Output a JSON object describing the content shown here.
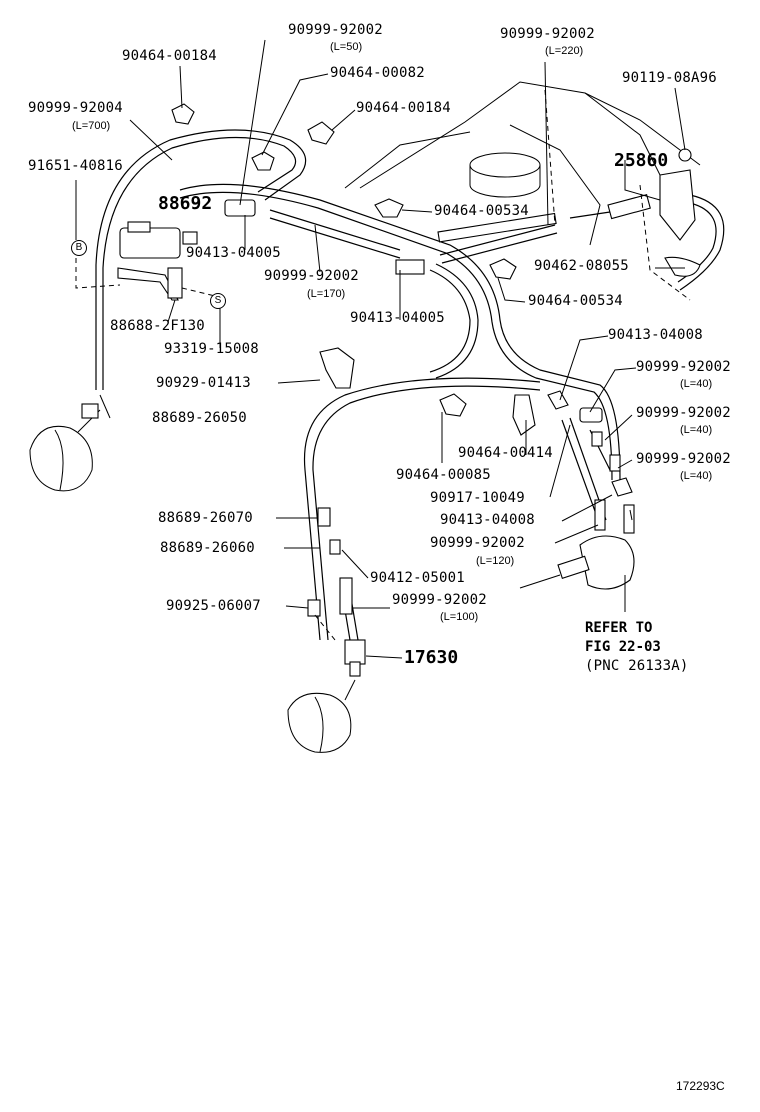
{
  "labels": {
    "p1": "90464-00184",
    "p2": "90999-92002",
    "p2_len": "(L=50)",
    "p3": "90464-00082",
    "p4": "90999-92002",
    "p4_len": "(L=220)",
    "p5": "90119-08A96",
    "p6": "90999-92004",
    "p6_len": "(L=700)",
    "p7": "90464-00184",
    "p8": "91651-40816",
    "p9": "88692",
    "p10": "25860",
    "p11": "90464-00534",
    "p12": "90413-04005",
    "p13": "90999-92002",
    "p13_len": "(L=170)",
    "p14": "90462-08055",
    "p15": "88688-2F130",
    "p16": "90413-04005",
    "p17": "90464-00534",
    "p18": "93319-15008",
    "p19": "90413-04008",
    "p20": "90929-01413",
    "p21": "90999-92002",
    "p21_len": "(L=40)",
    "p22": "88689-26050",
    "p23": "90999-92002",
    "p23_len": "(L=40)",
    "p24": "90464-00085",
    "p25": "90464-00414",
    "p26": "90999-92002",
    "p26_len": "(L=40)",
    "p27": "90917-10049",
    "p28": "90413-04008",
    "p29": "88689-26070",
    "p30": "90999-92002",
    "p30_len": "(L=120)",
    "p31": "88689-26060",
    "p32": "90412-05001",
    "p33": "90925-06007",
    "p34": "90999-92002",
    "p34_len": "(L=100)",
    "p35": "17630"
  },
  "markers": {
    "b": "B",
    "s": "S"
  },
  "reference": {
    "line1": "REFER TO",
    "line2": "FIG 22-03",
    "line3": "(PNC 26133A)"
  },
  "footer": {
    "code": "172293C"
  }
}
